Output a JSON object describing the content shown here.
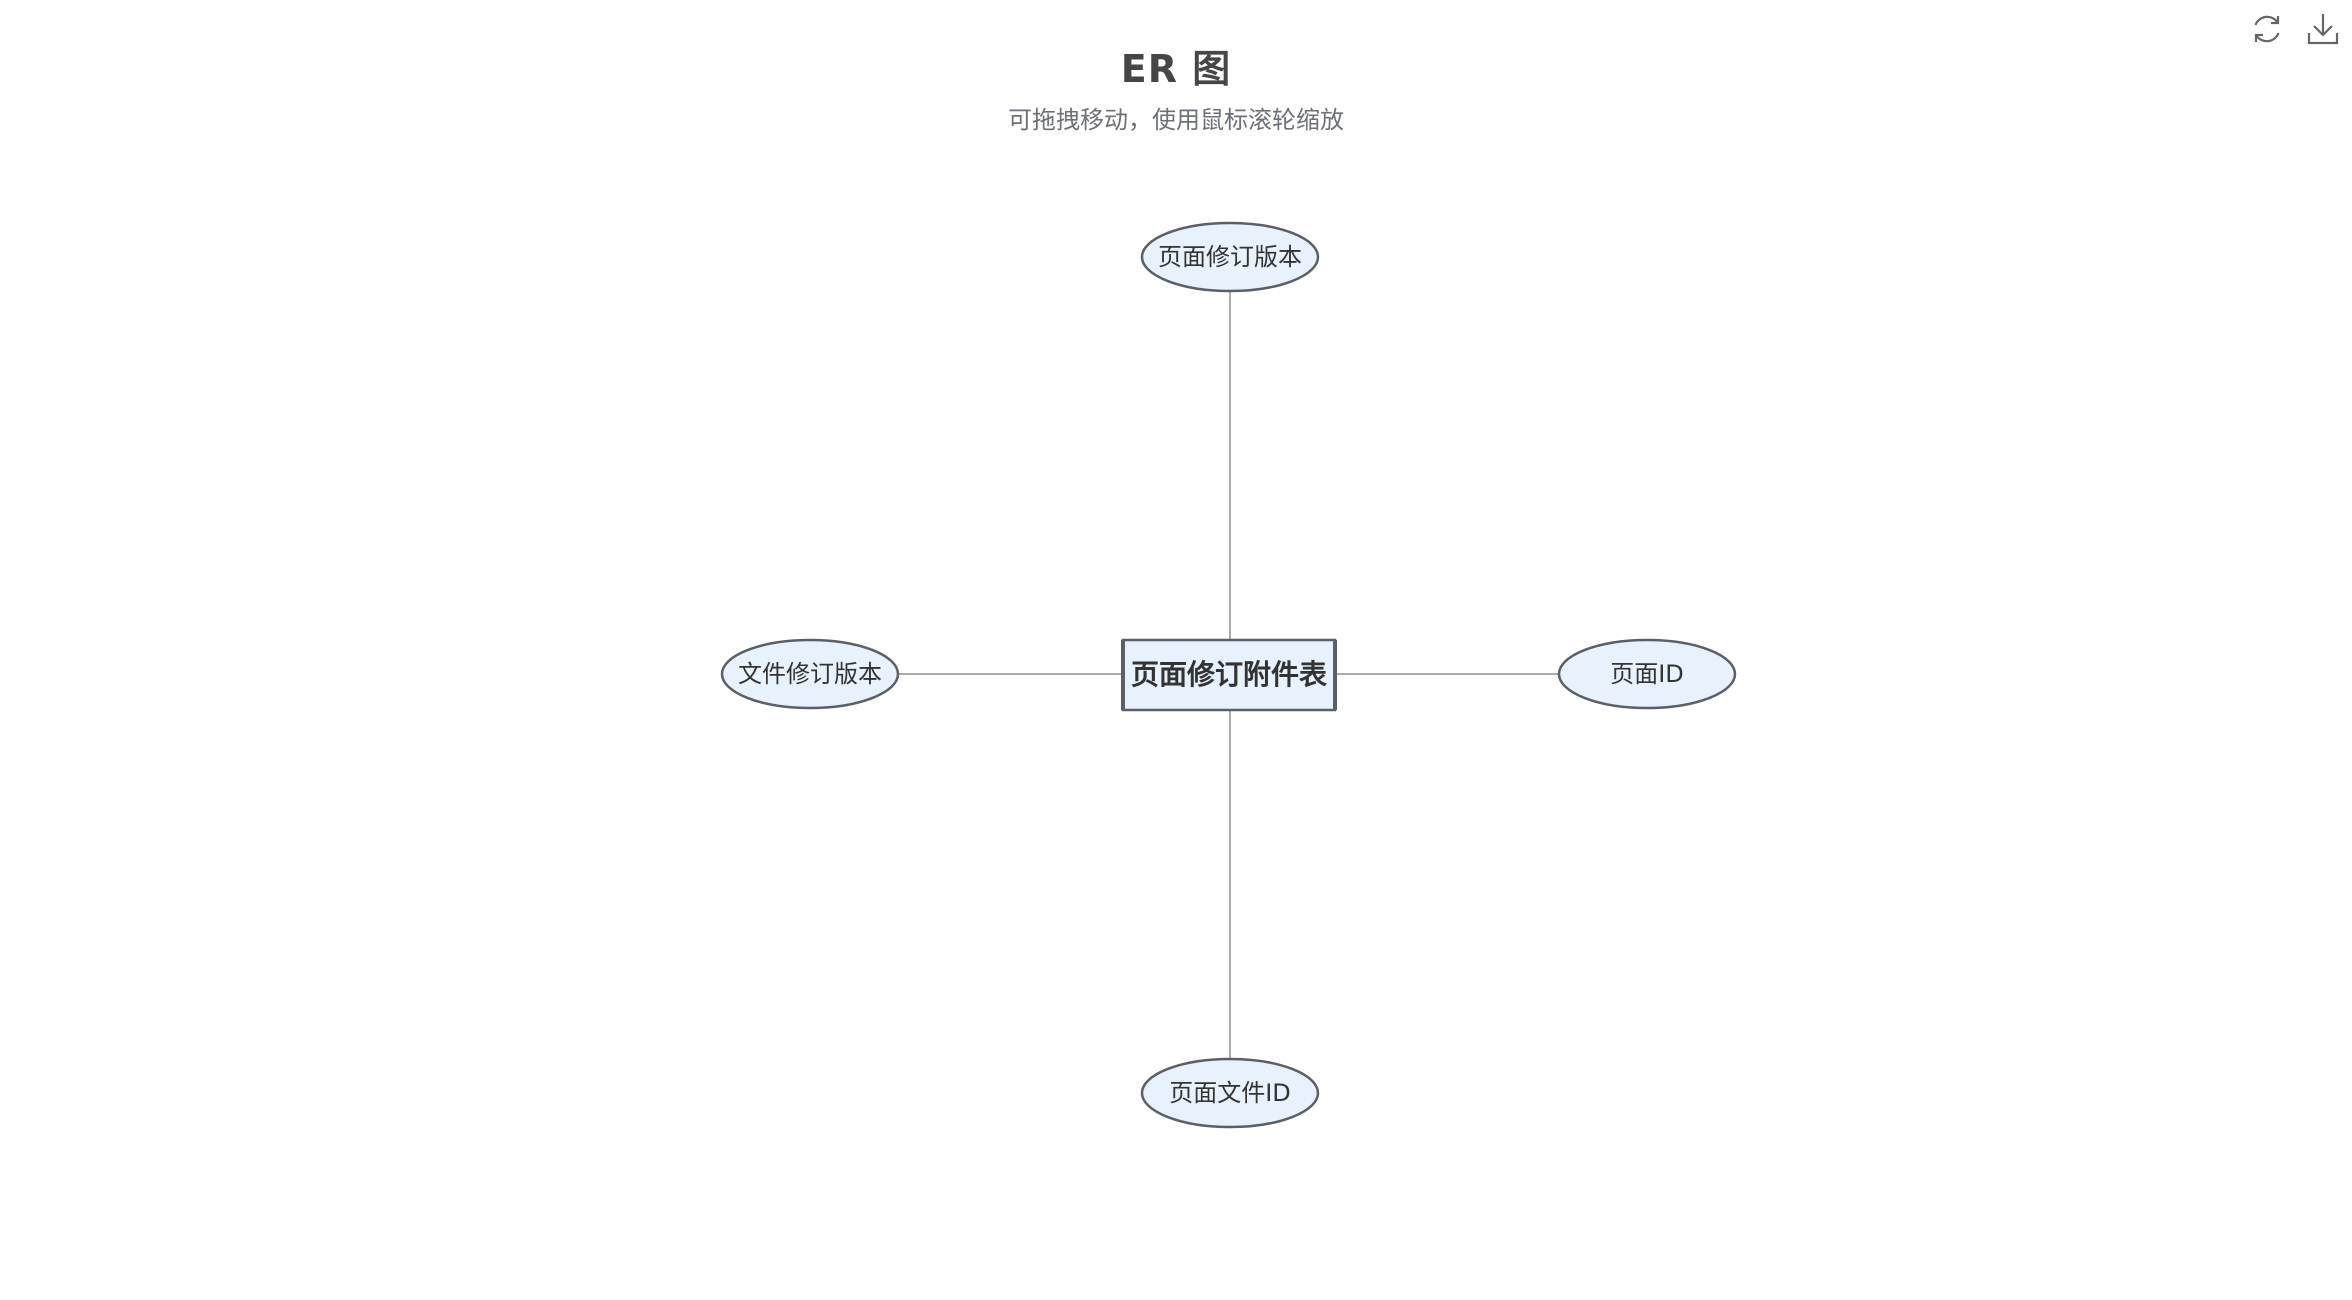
{
  "header": {
    "title": "ER 图",
    "subtitle": "可拖拽移动，使用鼠标滚轮缩放"
  },
  "toolbox": {
    "restore_icon": "refresh-icon",
    "save_icon": "download-icon"
  },
  "colors": {
    "node_fill": "#e8f2fc",
    "node_stroke": "#5b5f66",
    "edge": "#aaaaaa",
    "text": "#333333"
  },
  "diagram": {
    "entity": {
      "label": "页面修订附件表"
    },
    "attributes": [
      {
        "label": "页面修订版本",
        "side": "top"
      },
      {
        "label": "文件修订版本",
        "side": "left"
      },
      {
        "label": "页面ID",
        "side": "right"
      },
      {
        "label": "页面文件ID",
        "side": "bottom"
      }
    ]
  }
}
